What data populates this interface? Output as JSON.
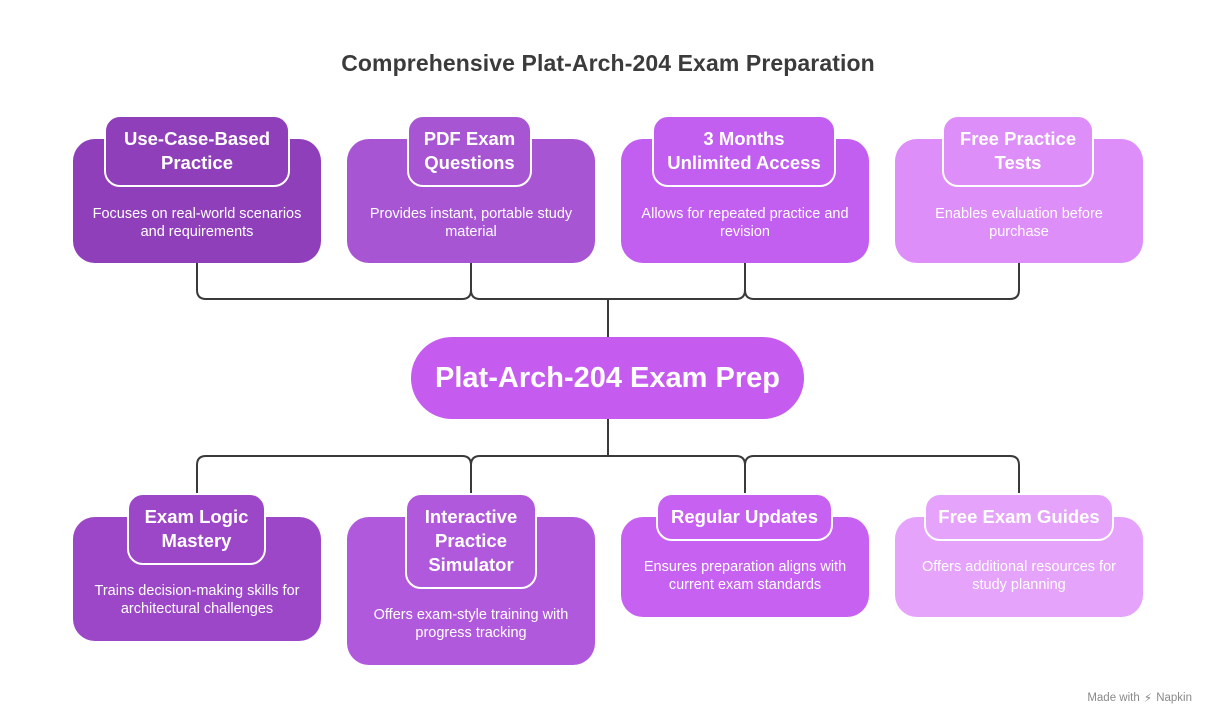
{
  "title": "Comprehensive Plat-Arch-204 Exam Preparation",
  "hub": "Plat-Arch-204 Exam Prep",
  "top_cards": [
    {
      "tag": "Use-Case-Based Practice",
      "desc": "Focuses on real-world scenarios and requirements",
      "color": "#8e3fb9"
    },
    {
      "tag": "PDF Exam Questions",
      "desc": "Provides instant, portable study material",
      "color": "#a855d3"
    },
    {
      "tag": "3 Months Unlimited Access",
      "desc": "Allows for repeated practice and revision",
      "color": "#c25ef0"
    },
    {
      "tag": "Free Practice Tests",
      "desc": "Enables evaluation before purchase",
      "color": "#de8ef8"
    }
  ],
  "bottom_cards": [
    {
      "tag": "Exam Logic Mastery",
      "desc": "Trains decision-making skills for architectural challenges",
      "color": "#9c47c7"
    },
    {
      "tag": "Interactive Practice Simulator",
      "desc": "Offers exam-style training with progress tracking",
      "color": "#b159dc"
    },
    {
      "tag": "Regular Updates",
      "desc": "Ensures preparation aligns with current exam standards",
      "color": "#c761f1"
    },
    {
      "tag": "Free Exam Guides",
      "desc": "Offers additional resources for study planning",
      "color": "#e6a3fb"
    }
  ],
  "footer": {
    "made_with": "Made with",
    "brand": "Napkin",
    "logo_icon": "napkin-bolt-icon"
  }
}
